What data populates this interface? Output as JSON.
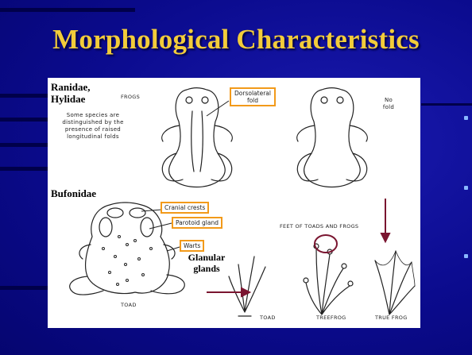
{
  "slide": {
    "title": "Morphological Characteristics"
  },
  "frogs": {
    "family_label": "Ranidae, Hylidae",
    "heading": "FROGS",
    "note": "Some species are distinguished by the presence of raised longitudinal folds",
    "callout_dorsolateral": "Dorsolateral fold",
    "label_no_fold": "No fold"
  },
  "toads": {
    "family_label": "Bufonidae",
    "callout_cranial": "Cranial crests",
    "callout_parotoid": "Parotoid gland",
    "callout_warts": "Warts",
    "glands_label": "Glanular glands",
    "caption": "TOAD"
  },
  "feet": {
    "heading": "FEET OF TOADS AND FROGS",
    "labels": [
      "TOAD",
      "TREEFROG",
      "TRUE FROG"
    ]
  },
  "colors": {
    "title": "#f2cc3a",
    "background": "#0b0b8e",
    "callout_border": "#f29a1a",
    "arrow": "#7a1530"
  }
}
